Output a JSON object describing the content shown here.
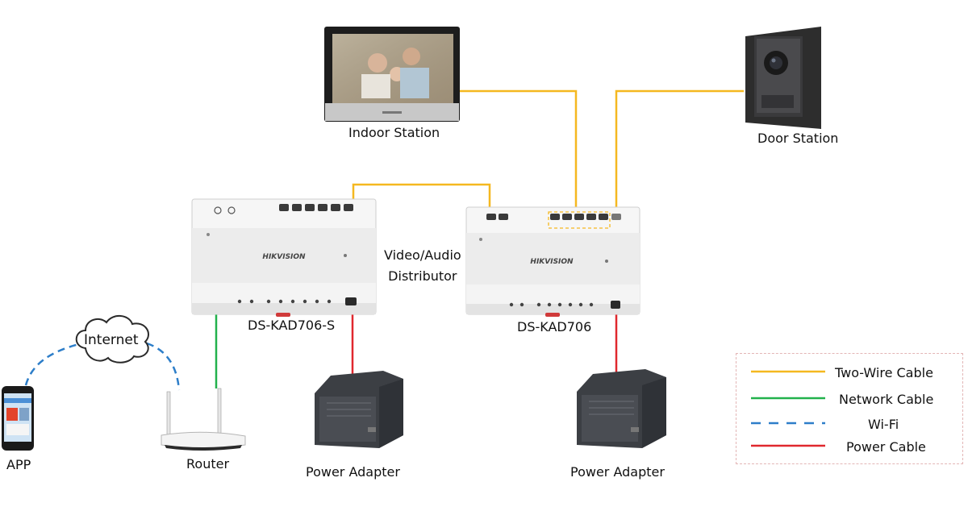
{
  "labels": {
    "indoor_station": "Indoor Station",
    "door_station": "Door Station",
    "distributor_title": "Video/Audio\nDistributor",
    "model_s": "DS-KAD706-S",
    "model": "DS-KAD706",
    "internet": "Internet",
    "app": "APP",
    "router": "Router",
    "power_adapter": "Power Adapter",
    "brand": "HIKVISION"
  },
  "legend": [
    {
      "label": "Two-Wire Cable",
      "color": "#f5b820",
      "style": "solid"
    },
    {
      "label": "Network Cable",
      "color": "#22b14c",
      "style": "solid"
    },
    {
      "label": "Wi-Fi",
      "color": "#2d7ec9",
      "style": "dashed"
    },
    {
      "label": "Power Cable",
      "color": "#e0282e",
      "style": "solid"
    }
  ],
  "colors": {
    "two_wire": "#f5b820",
    "network": "#22b14c",
    "wifi": "#2d7ec9",
    "power": "#e0282e"
  }
}
